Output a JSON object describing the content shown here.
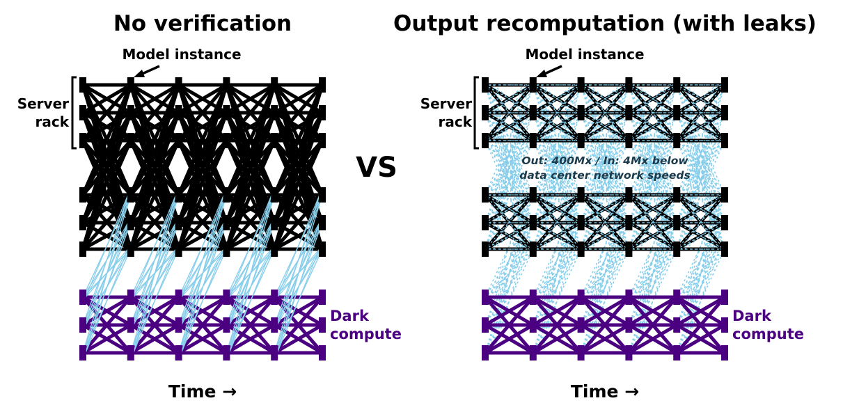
{
  "titles": {
    "left": "No verification",
    "right": "Output recomputation (with leaks)",
    "vs": "VS"
  },
  "labels": {
    "model_instance": "Model instance",
    "server_rack_line1": "Server",
    "server_rack_line2": "rack",
    "dark_compute_line1": "Dark",
    "dark_compute_line2": "compute",
    "time_axis": "Time →",
    "leak_note_line1": "Out: 400Mx / In: 4Mx below",
    "leak_note_line2": "data center network speeds"
  },
  "colors": {
    "model": "#000000",
    "dark_compute": "#4b0082",
    "leak": "#87ceeb",
    "note_text": "#1b3a4b"
  },
  "structure": {
    "time_steps": 6,
    "model_rows_per_rack": 3,
    "racks": 2,
    "dark_compute_rows": 3
  },
  "panels": [
    {
      "id": "no-verification",
      "model_connectivity": "all-to-all across both racks between consecutive time steps",
      "leak_style": "solid",
      "leak_paths": "dark compute (t) to lower rack (t+1)"
    },
    {
      "id": "output-recomputation",
      "model_connectivity": "all-to-all within each rack between consecutive time steps",
      "leak_style": "dotted",
      "leak_paths": "rack-to-rack and dark compute (t) to lower rack (t+1)"
    }
  ]
}
